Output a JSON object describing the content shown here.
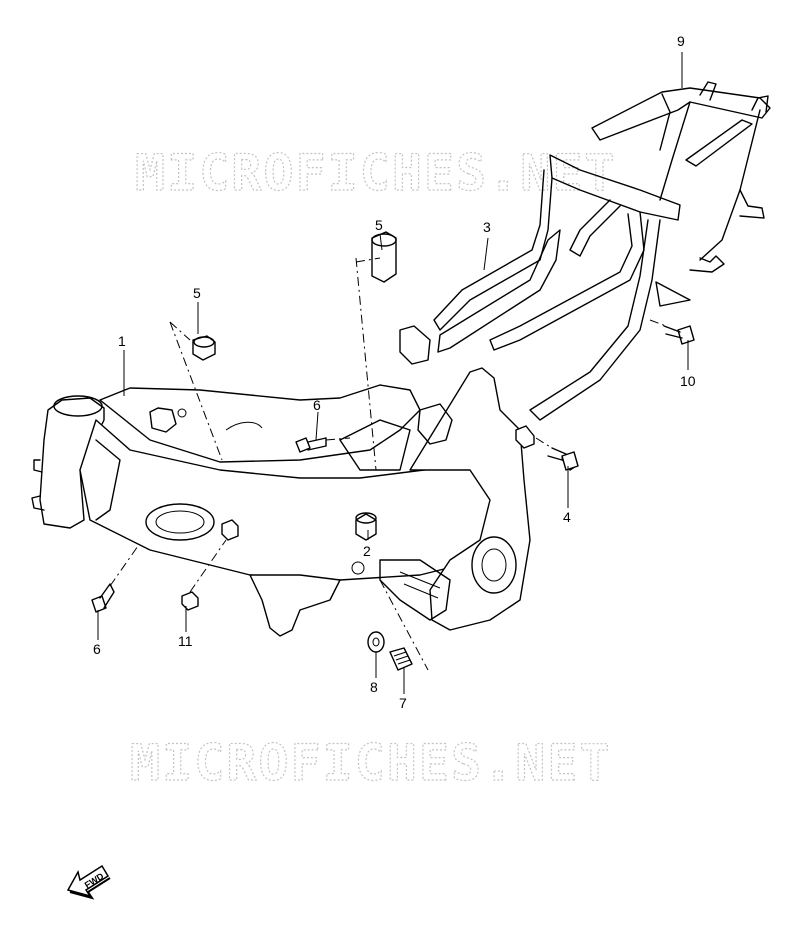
{
  "watermark": {
    "top": "MICROFICHES.NET",
    "bottom": "MICROFICHES.NET"
  },
  "callouts": {
    "c1": "1",
    "c2": "2",
    "c3": "3",
    "c4": "4",
    "c5a": "5",
    "c5b": "5",
    "c6a": "6",
    "c6b": "6",
    "c7": "7",
    "c8": "8",
    "c9": "9",
    "c10": "10",
    "c11": "11"
  },
  "direction": {
    "label": "FWD"
  }
}
